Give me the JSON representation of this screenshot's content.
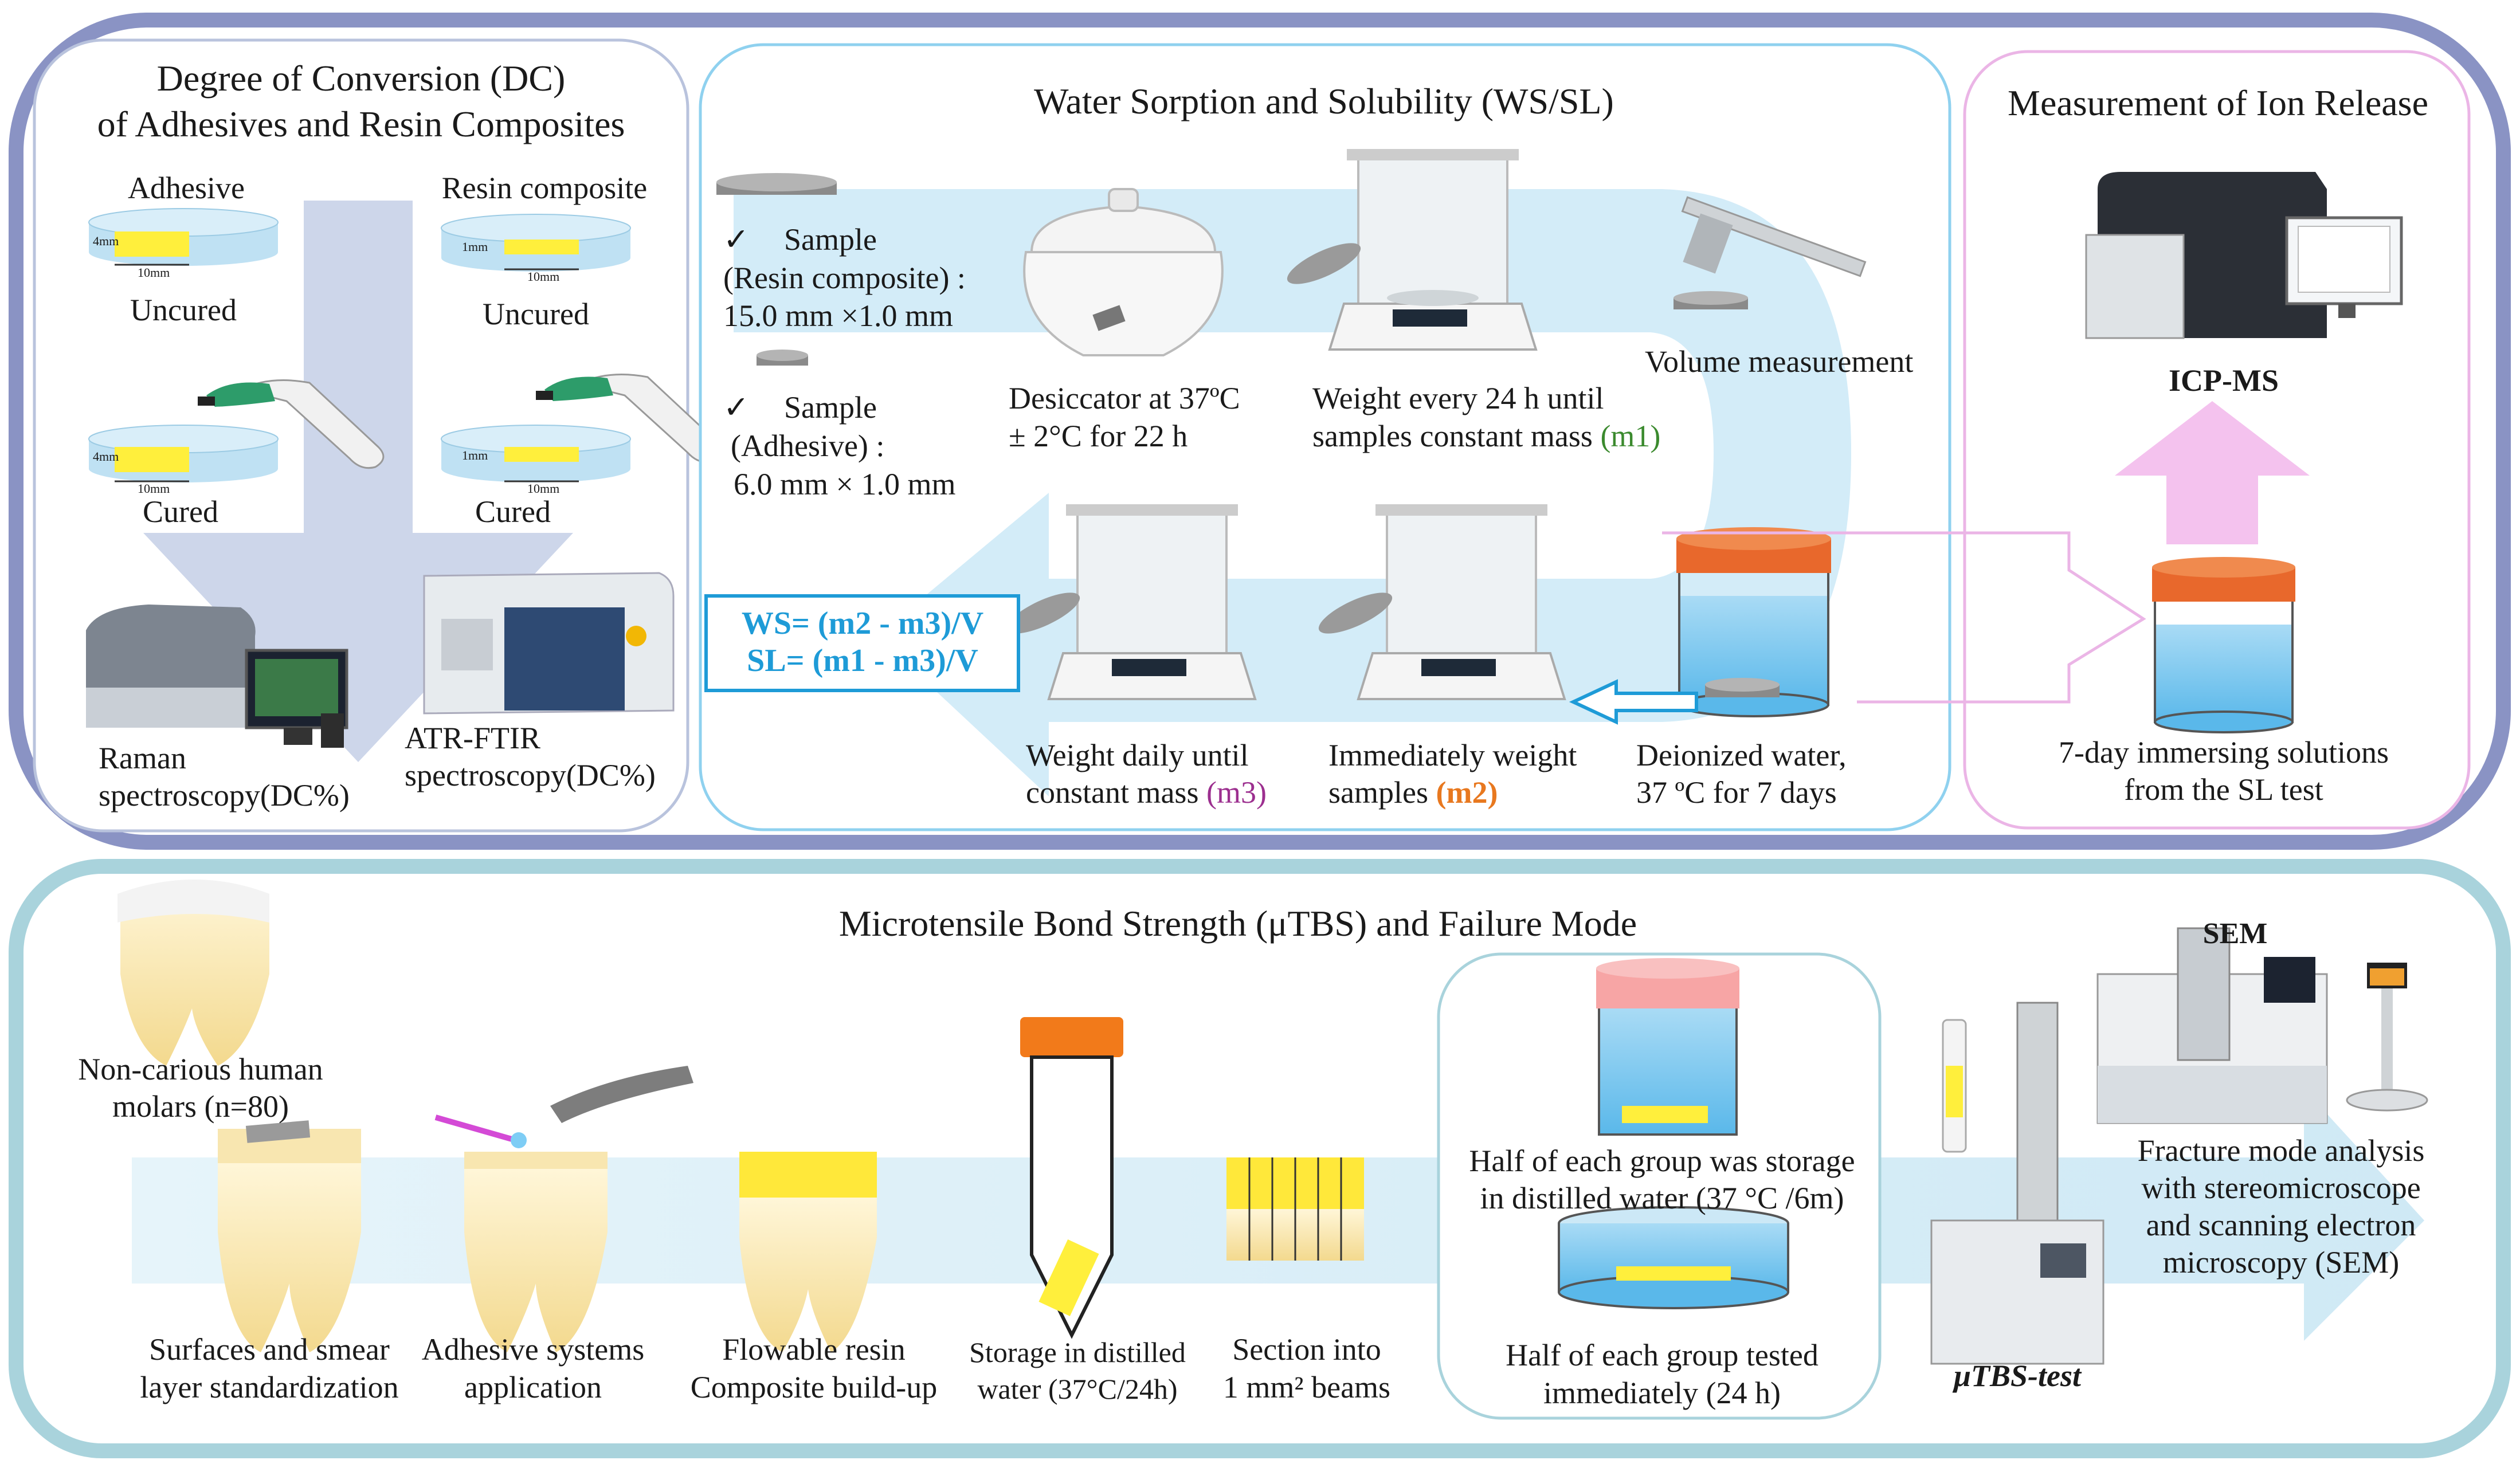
{
  "dc": {
    "title": [
      "Degree of Conversion (DC)",
      "of Adhesives and Resin Composites"
    ],
    "adhesive": "Adhesive",
    "resin_composite": "Resin composite",
    "uncured": "Uncured",
    "cured": "Cured",
    "dim_4mm": "4mm",
    "dim_1mm": "1mm",
    "dim_10mm": "10mm",
    "raman": [
      "Raman",
      "spectroscopy(DC%)"
    ],
    "ftir": [
      "ATR-FTIR",
      "spectroscopy(DC%)"
    ]
  },
  "ws": {
    "title": "Water Sorption and Solubility (WS/SL)",
    "check": "✓",
    "sample1": [
      "Sample",
      "(Resin composite) :",
      "15.0 mm ×1.0 mm"
    ],
    "sample2": [
      "Sample",
      "(Adhesive) :",
      "6.0 mm × 1.0 mm"
    ],
    "desiccator": [
      "Desiccator at 37ºC",
      "± 2°C for 22 h"
    ],
    "weight_every": "Weight every 24 h until",
    "constant_mass_prefix": "samples constant mass ",
    "m1": "(m1)",
    "volume": "Volume measurement",
    "formula_ws": "WS= (m2 - m3)/V",
    "formula_sl": "SL= (m1 - m3)/V",
    "weight_daily": "Weight daily until",
    "constant_mass3": "constant mass ",
    "m3": "(m3)",
    "immediately": "Immediately weight",
    "samples": "samples ",
    "m2": "(m2)",
    "deionized": [
      "Deionized water,",
      "37 ºC for 7 days"
    ]
  },
  "ion": {
    "title": "Measurement of Ion Release",
    "icpms": "ICP-MS",
    "immersing": [
      "7-day immersing solutions",
      "from the SL test"
    ]
  },
  "mtbs": {
    "title": "Microtensile Bond Strength (μTBS) and Failure Mode",
    "molars": [
      "Non-carious human",
      "molars (n=80)"
    ],
    "surfaces": [
      "Surfaces and smear",
      "layer standardization"
    ],
    "adhesive_app": [
      "Adhesive systems",
      "application"
    ],
    "flowable": [
      "Flowable resin",
      "Composite build-up"
    ],
    "storage": [
      "Storage in distilled",
      "water (37°C/24h)"
    ],
    "section": [
      "Section into",
      "1 mm² beams"
    ],
    "half_storage": [
      "Half of each group was storage",
      "in distilled water (37 °C /6m)"
    ],
    "half_tested": [
      "Half of each group tested",
      "immediately (24 h)"
    ],
    "utbs_test": "μTBS-test",
    "sem": "SEM",
    "fracture": [
      "Fracture mode analysis",
      "with stereomicroscope",
      "and scanning electron",
      "microscopy (SEM)"
    ]
  },
  "colors": {
    "top_frame": "#8a93c4",
    "bottom_frame": "#a9d3dc",
    "flow_arrow": "#d3ecf8",
    "blue_accent": "#1e9bd7",
    "pink": "#e8b6e6",
    "m1": "#3b8a2e",
    "m2": "#e8781f",
    "m3": "#9c2f8f"
  }
}
